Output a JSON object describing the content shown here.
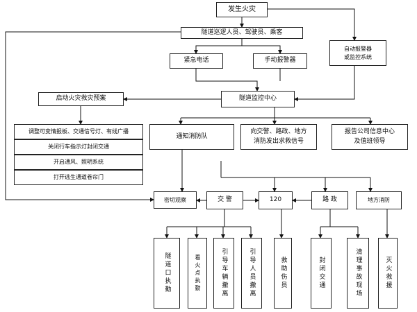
{
  "nodes": {
    "fire": "发生火灾",
    "people": "隧道巡逻人员、驾驶员、乘客",
    "auto_alarm": [
      "自动报警器",
      "或监控系统"
    ],
    "phone": "紧急电话",
    "manual_alarm": "手动报警器",
    "plan": "启动火灾救灾预案",
    "center": "隧道监控中心",
    "notify_fire": "通知消防队",
    "police_request": [
      "向交警、路政、地方",
      "消防发出求救信号"
    ],
    "report_company": [
      "报告公司信息中心",
      "及值班领导"
    ],
    "action_1": "调整可变情报板、交通信号灯、有线广播",
    "action_2": "关闭行车指示灯封闭交通",
    "action_3": "开启通风、照明系统",
    "action_4": "打开逃生通道卷帘门",
    "close_watch": "密切观察",
    "traffic_police": "交 警",
    "ambulance": "120",
    "road_admin": "路 政",
    "local_fire": "地方消防",
    "task_1": "隧道口执勤",
    "task_2": "看火点执勤",
    "task_3": "引导车辆撤离",
    "task_4": "引导人员撤离",
    "task_5": "救助伤员",
    "task_6": "封闭交通",
    "task_7": "清理事故现场",
    "task_8": "灭火救援"
  }
}
